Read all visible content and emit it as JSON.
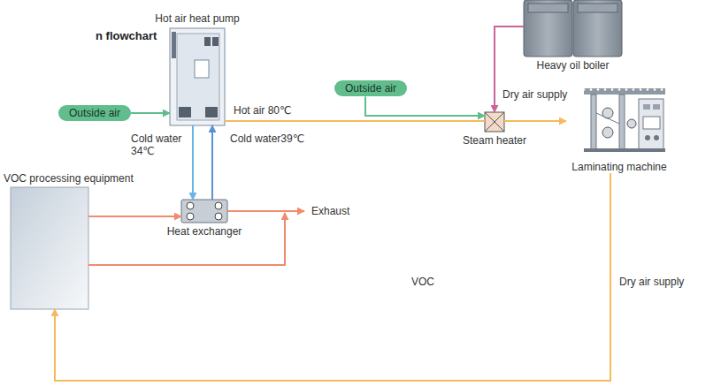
{
  "diagram": {
    "title": "n flowchart",
    "nodes": [
      {
        "text": [
          "Outside air"
        ]
      },
      {
        "text": [
          "Hot air heat pump"
        ]
      },
      {
        "text": [
          "Outside air"
        ]
      },
      {
        "text": [
          "Heavy oil boiler"
        ]
      },
      {
        "text": [
          "Steam heater"
        ]
      },
      {
        "text": [
          "Laminating machine"
        ]
      },
      {
        "text": [
          "VOC processing equipment"
        ]
      },
      {
        "text": [
          "Heat exchanger"
        ]
      }
    ],
    "edges": [
      {
        "from": 0,
        "to": 1,
        "arrow": "to"
      },
      {
        "from": 1,
        "to": 4,
        "label": "Hot air 80℃",
        "arrow": "none"
      },
      {
        "from": 2,
        "to": 4,
        "arrow": "to"
      },
      {
        "from": 3,
        "to": 4,
        "arrow": "to"
      },
      {
        "from": 4,
        "to": 5,
        "label": "Dry air supply",
        "arrow": "to"
      },
      {
        "from": 5,
        "to": 6,
        "label": "Dry air supply",
        "arrow": "to"
      },
      {
        "from": 1,
        "to": 7,
        "label": "Cold water 34℃",
        "arrow": "to"
      },
      {
        "from": 7,
        "to": 1,
        "label": "Cold water39℃",
        "arrow": "to"
      },
      {
        "from": 6,
        "to": 7,
        "arrow": "to"
      }
    ],
    "labels": [
      "VOC",
      "Exhaust"
    ]
  }
}
